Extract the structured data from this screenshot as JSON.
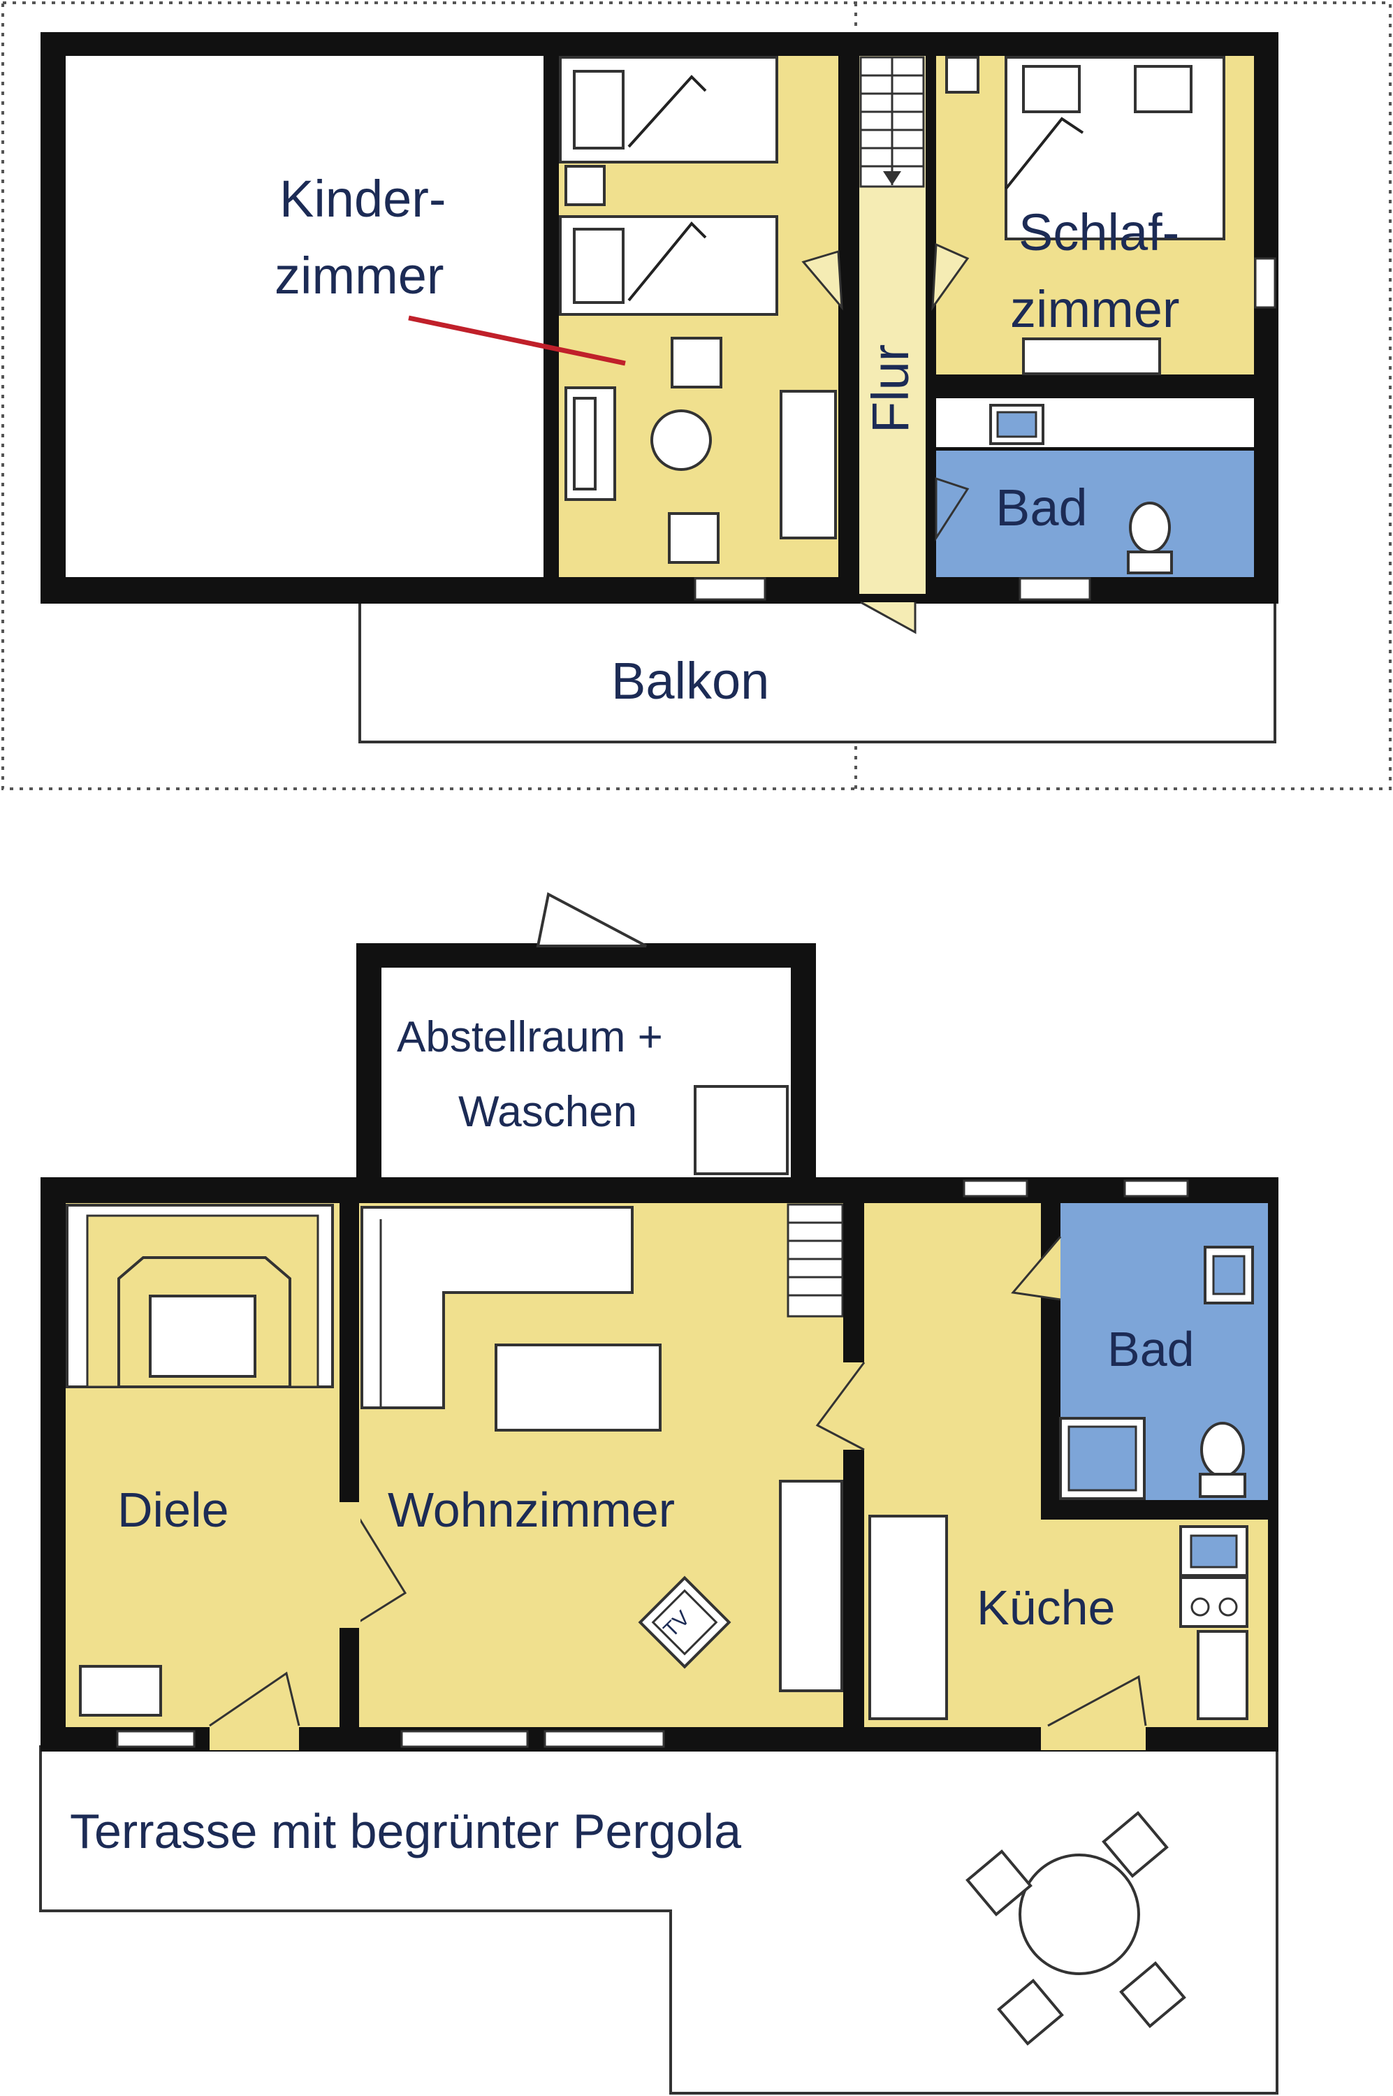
{
  "upper_floor": {
    "kinderzimmer": {
      "line1": "Kinder-",
      "line2": "zimmer"
    },
    "schlafzimmer": {
      "line1": "Schlaf-",
      "line2": "zimmer"
    },
    "flur": "Flur",
    "bad": "Bad",
    "balkon": "Balkon"
  },
  "ground_floor": {
    "abstellraum": {
      "line1": "Abstellraum +",
      "line2": "Waschen"
    },
    "bad": "Bad",
    "diele": "Diele",
    "wohnzimmer": "Wohnzimmer",
    "kueche": "Küche",
    "terrasse": "Terrasse mit begrünter Pergola",
    "tv": "TV"
  },
  "colors": {
    "room_yellow": "#f0e08e",
    "bath_blue": "#7da5d8",
    "wall": "#111111",
    "label_text": "#1c2b55",
    "pointer_red": "#c0202a"
  }
}
